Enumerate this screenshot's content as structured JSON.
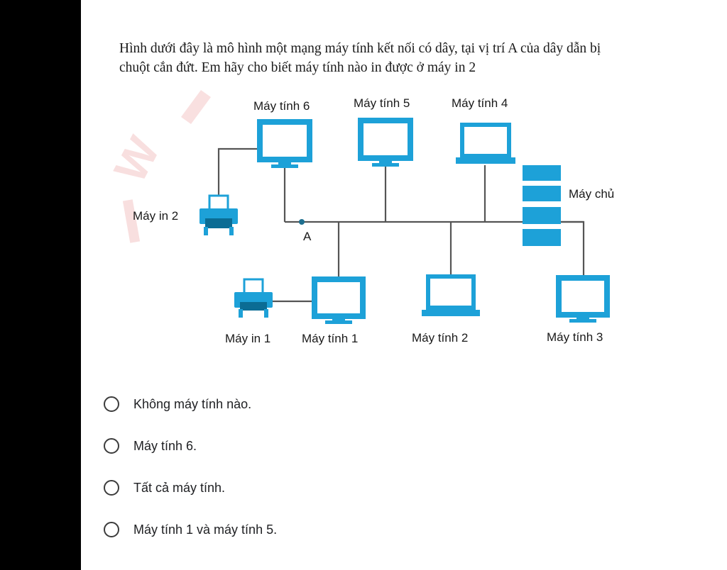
{
  "question": {
    "line1": "Hình dưới đây là mô hình một mạng máy tính kết nối có dây, tại vị trí A của dây dẫn bị",
    "line2": "chuột cắn đứt. Em hãy cho biết máy tính nào in được ở máy in 2"
  },
  "diagram": {
    "labels": {
      "pc6": "Máy tính 6",
      "pc5": "Máy tính 5",
      "pc4": "Máy tính 4",
      "server": "Máy chủ",
      "printer2": "Máy in 2",
      "point_a": "A",
      "printer1": "Máy in 1",
      "pc1": "Máy tính 1",
      "pc2": "Máy tính 2",
      "pc3": "Máy tính 3"
    },
    "colors": {
      "device": "#1da1d8",
      "wire": "#555555",
      "watermark": "#f4c6c6"
    }
  },
  "options": [
    {
      "label": "Không máy tính nào."
    },
    {
      "label": "Máy tính 6."
    },
    {
      "label": "Tất cả máy tính."
    },
    {
      "label": "Máy tính 1 và máy tính 5."
    }
  ]
}
